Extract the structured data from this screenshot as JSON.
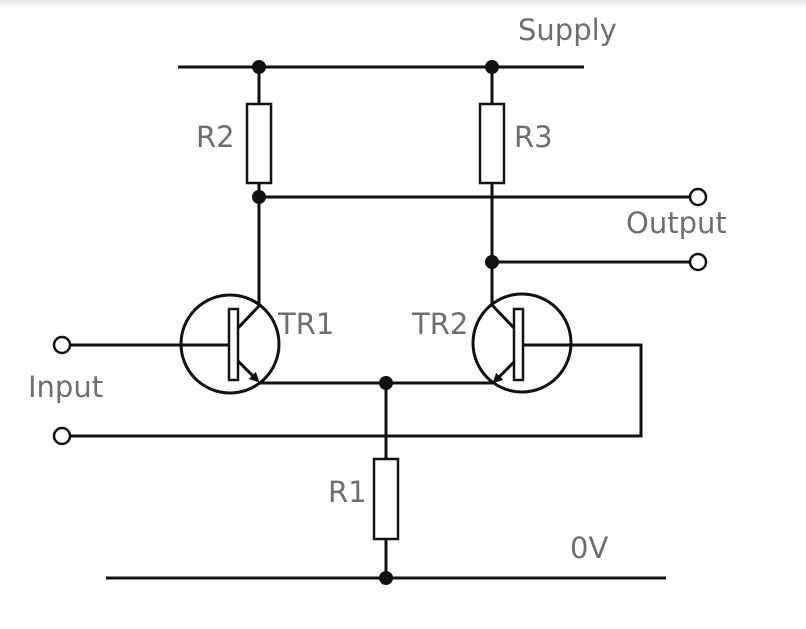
{
  "labels": {
    "supply": "Supply",
    "output": "Output",
    "input": "Input",
    "zero_volt": "0V",
    "r1": "R1",
    "r2": "R2",
    "r3": "R3",
    "tr1": "TR1",
    "tr2": "TR2"
  },
  "colors": {
    "line": "#111111",
    "label": "#6e6e6e",
    "background": "#ffffff"
  }
}
